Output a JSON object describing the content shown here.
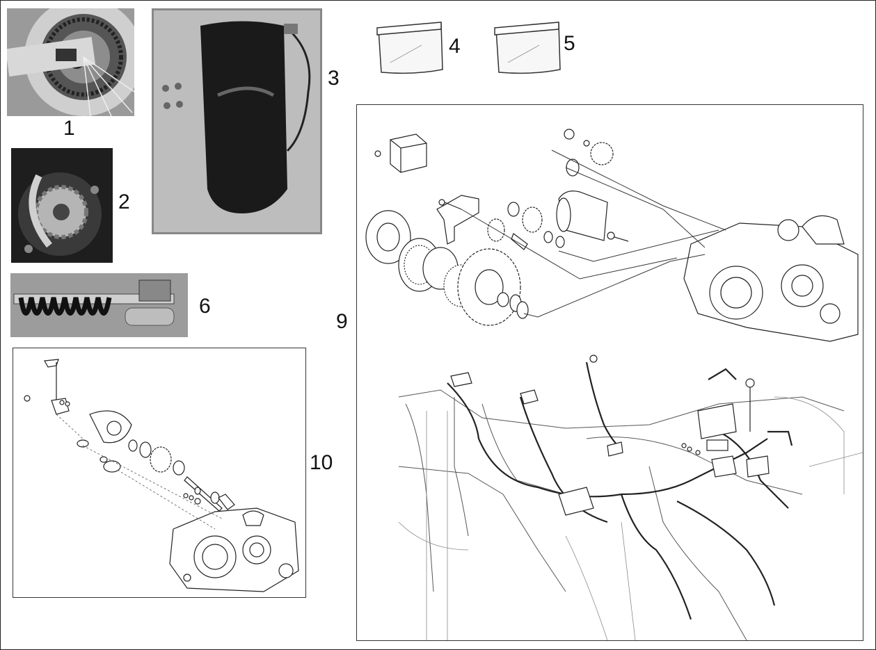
{
  "parts": [
    {
      "number": "1",
      "icon": "sprocket-chain-photo"
    },
    {
      "number": "2",
      "icon": "front-sprocket-photo"
    },
    {
      "number": "3",
      "icon": "rear-fender-photo"
    },
    {
      "number": "4",
      "icon": "parts-bag-icon"
    },
    {
      "number": "5",
      "icon": "parts-bag-icon"
    },
    {
      "number": "6",
      "icon": "shock-absorber-photo"
    },
    {
      "number": "9",
      "icon": "starter-and-wiring-diagram"
    },
    {
      "number": "10",
      "icon": "kickstart-mechanism-diagram"
    }
  ],
  "colors": {
    "line": "#222222",
    "photo_dark": "#1a1a1a",
    "photo_mid": "#6f6f6f",
    "photo_light": "#bdbdbd"
  }
}
